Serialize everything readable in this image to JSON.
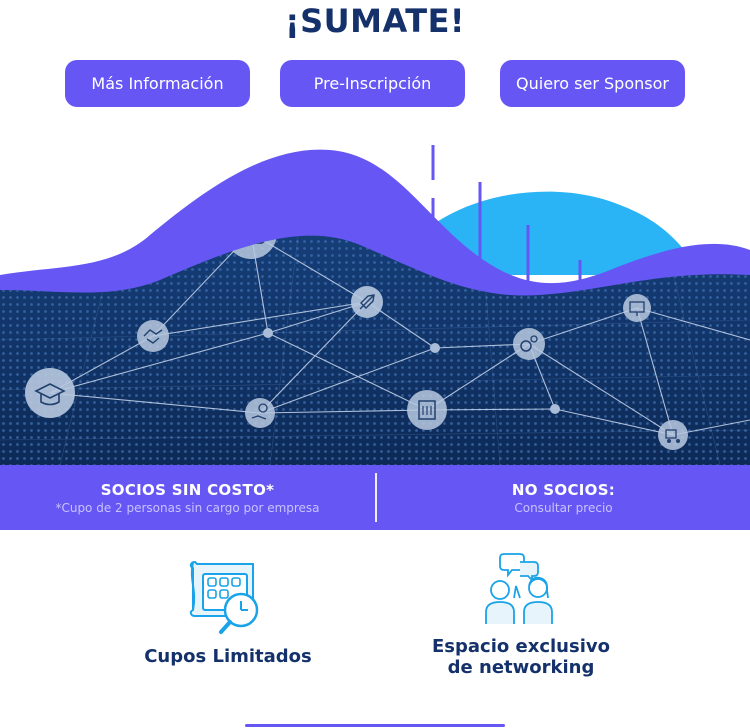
{
  "header": {
    "title": "¡SUMATE!"
  },
  "buttons": {
    "info": "Más Información",
    "preinscripcion": "Pre-Inscripción",
    "sponsor": "Quiero ser Sponsor"
  },
  "pricing": {
    "members_title": "SOCIOS SIN COSTO*",
    "members_note": "*Cupo de 2 personas sin cargo por empresa",
    "non_members_title": "NO SOCIOS:",
    "non_members_note": "Consultar precio"
  },
  "features": [
    {
      "label_line1": "Cupos Limitados",
      "label_line2": "",
      "icon": "calendar-clock-icon"
    },
    {
      "label_line1": "Espacio exclusivo",
      "label_line2": "de networking",
      "icon": "networking-people-icon"
    }
  ],
  "colors": {
    "brand_purple": "#6657f5",
    "navy": "#14316b",
    "sky": "#2ab4f6",
    "icon_blue": "#1aa3e8"
  }
}
